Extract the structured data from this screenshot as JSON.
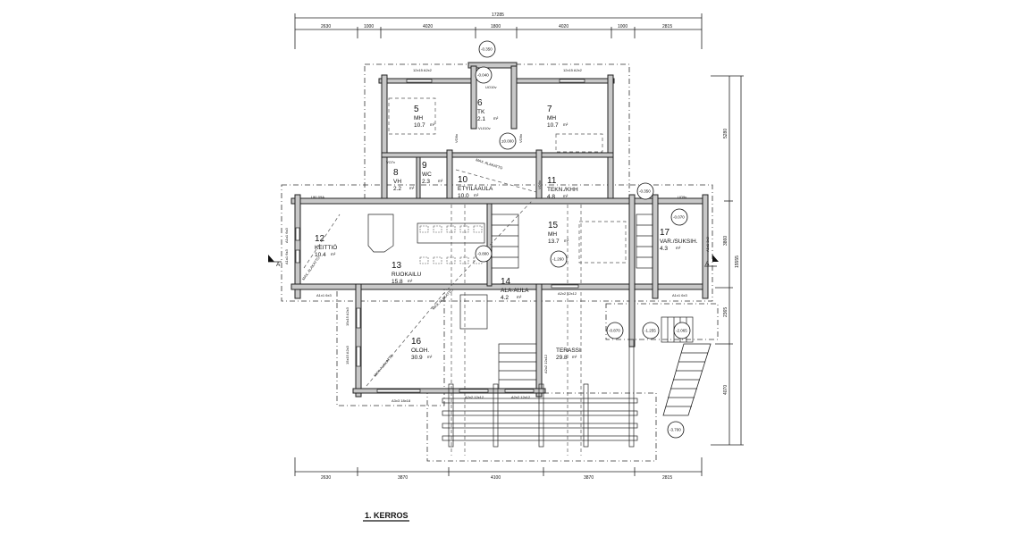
{
  "title": "1. KERROS",
  "dimensions": {
    "top_total": "17285",
    "top_segments": [
      "2630",
      "1000",
      "4020",
      "1800",
      "4020",
      "1000",
      "2815"
    ],
    "bottom_segments": [
      "2630",
      "3870",
      "4100",
      "3870",
      "2815"
    ],
    "right_total": "15555",
    "right_segments": [
      "5280",
      "3860",
      "2365",
      "4070"
    ]
  },
  "rooms": [
    {
      "num": "5",
      "name": "MH",
      "area": "10.7"
    },
    {
      "num": "6",
      "name": "TK",
      "area": "2.1"
    },
    {
      "num": "7",
      "name": "MH",
      "area": "10.7"
    },
    {
      "num": "8",
      "name": "VH",
      "area": "2.2"
    },
    {
      "num": "9",
      "name": "WC",
      "area": "2.3"
    },
    {
      "num": "10",
      "name": "ETYILÄAULA",
      "area": "10.0"
    },
    {
      "num": "11",
      "name": "TEKN./KHH",
      "area": "4.8"
    },
    {
      "num": "12",
      "name": "KEITTIÖ",
      "area": "10.4"
    },
    {
      "num": "13",
      "name": "RUOKAILU",
      "area": "15.8"
    },
    {
      "num": "14",
      "name": "ALA-AULA",
      "area": "4.2"
    },
    {
      "num": "15",
      "name": "MH",
      "area": "13.7"
    },
    {
      "num": "16",
      "name": "OLOH.",
      "area": "30.9"
    },
    {
      "num": "17",
      "name": "VAR./SUKSIH.",
      "area": "4.3"
    },
    {
      "num": "",
      "name": "TERASSI",
      "area": "29.8"
    }
  ],
  "area_unit": "m²",
  "levels": [
    "-0.350",
    "-0.040",
    "±0.000",
    "-0.800",
    "-1.260",
    "-0.350",
    "-0.070",
    "-0.870",
    "-1.255",
    "-2.065",
    "-3.700"
  ],
  "doors": [
    "UO10v",
    "VL010v",
    "VO7v",
    "VO9v",
    "VO9v",
    "VO9v",
    "UKL09A",
    "UO9v"
  ],
  "windows": [
    "12x15 A2x2",
    "12x15 A2x2",
    "A1x1 6x3",
    "A1x1 6x3",
    "A1x1 6x3",
    "A1x1 6x3",
    "A2x2 12x12",
    "A1x1 3x3",
    "15x15 A2x3",
    "15x15 A2x3",
    "A3x3 18x18",
    "A2x2 12x12",
    "A2x2 12x12",
    "A2x2 12x12"
  ],
  "section_marker": "A",
  "annotations": [
    "MAX. ALAKATTO",
    "MAX. ALAKATTO",
    "MAX. ALAKATTO",
    "MAX. ALAKATTO"
  ]
}
